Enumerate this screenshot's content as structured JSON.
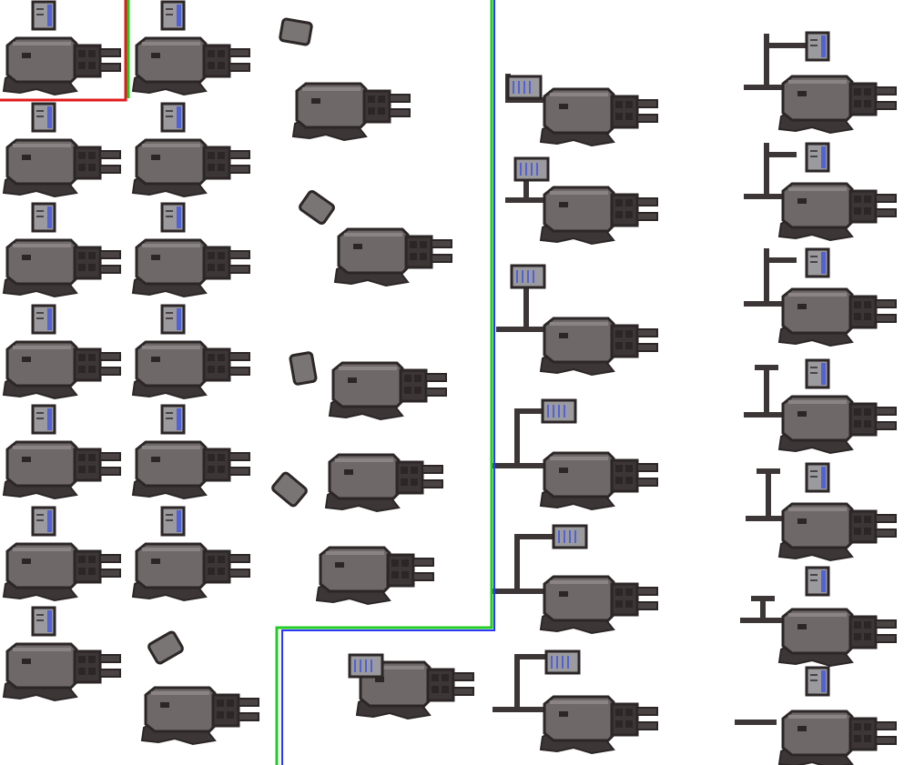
{
  "sheet": {
    "colors": {
      "background": "#ffffff",
      "body": "#6e6968",
      "body_highlight": "#8a8584",
      "outline": "#2c2627",
      "dark": "#3d3636",
      "barrel": "#4a4343",
      "mag_blue": "#5161d6",
      "mag_steel": "#9b9a9e",
      "guide_red": "#e11b1b",
      "guide_green": "#22cc22",
      "guide_blue": "#2a38ff"
    },
    "sprite_groups": [
      {
        "group": "turret-with-magazine",
        "count": 13
      },
      {
        "group": "turret-ejecting-magazine",
        "count": 7
      },
      {
        "group": "turret-with-mount-arm",
        "count": 7
      },
      {
        "group": "turret-with-stand",
        "count": 7
      }
    ]
  }
}
